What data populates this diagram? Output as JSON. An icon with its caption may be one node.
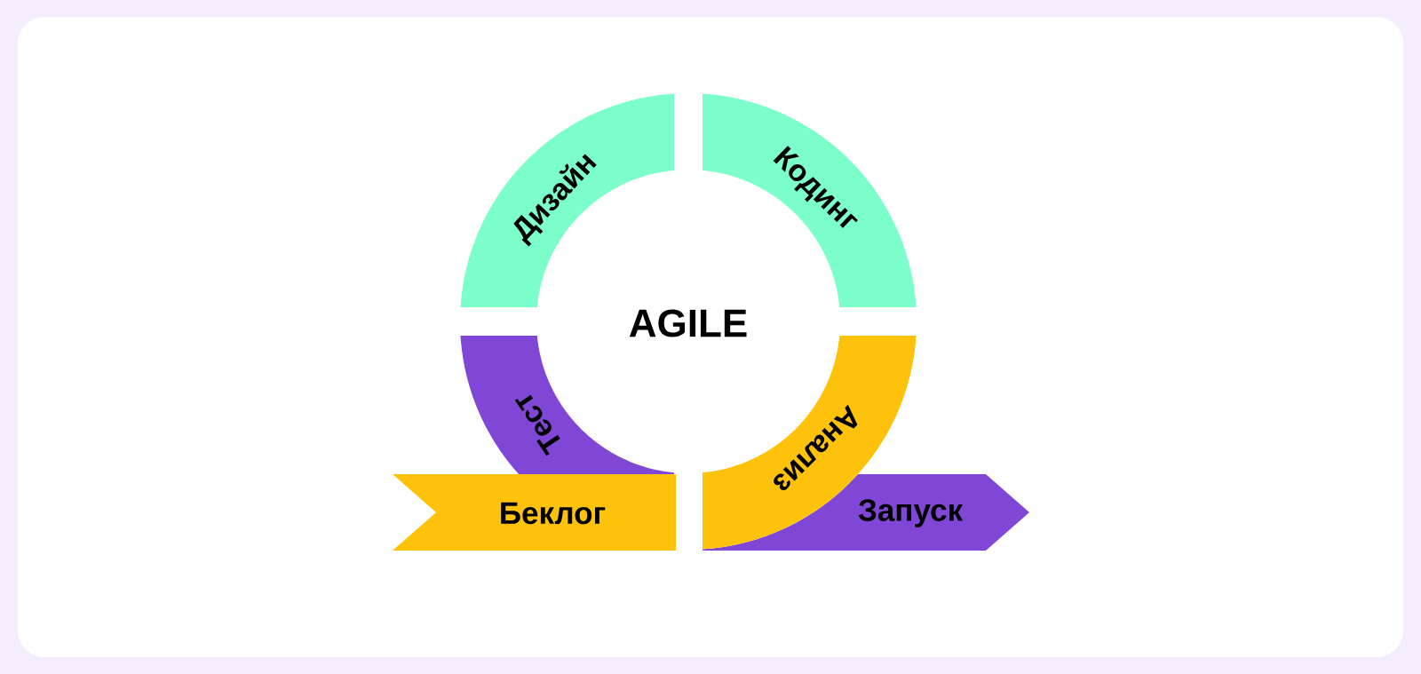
{
  "diagram": {
    "title": "AGILE",
    "nodes": [
      {
        "text": [
          "Дизайн"
        ]
      },
      {
        "text": [
          "Кодинг"
        ]
      },
      {
        "text": [
          "Тест"
        ]
      },
      {
        "text": [
          "Анализ"
        ]
      },
      {
        "text": [
          "Беклог"
        ]
      },
      {
        "text": [
          "Запуск"
        ]
      }
    ]
  }
}
